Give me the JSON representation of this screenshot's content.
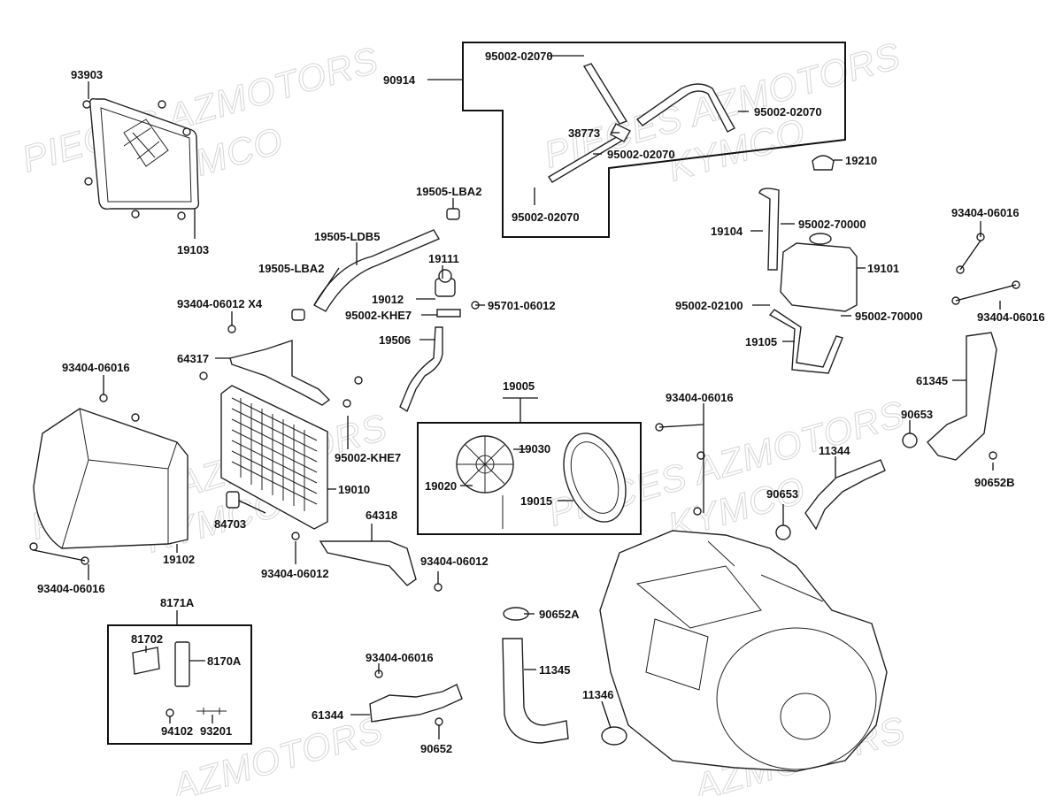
{
  "watermarks": [
    "PIECES AZMOTORS",
    "KYMCO",
    "PIECES AZMOTORS",
    "KYMCO",
    "PIECES AZMOTORS",
    "KYMCO",
    "AZMOTORS",
    "AZMOTORS"
  ],
  "labels": {
    "l93903": "93903",
    "l19103": "19103",
    "l90914": "90914",
    "l95002_02070_a": "95002-02070",
    "l95002_02070_b": "95002-02070",
    "l95002_02070_c": "95002-02070",
    "l95002_02070_d": "95002-02070",
    "l38773": "38773",
    "l19210": "19210",
    "l19505_lba2_a": "19505-LBA2",
    "l19505_ldb5": "19505-LDB5",
    "l19505_lba2_b": "19505-LBA2",
    "l19111": "19111",
    "l19012": "19012",
    "l95701_06012": "95701-06012",
    "l95002_khe7_a": "95002-KHE7",
    "l93404_06012_x4": "93404-06012 X4",
    "l19506": "19506",
    "l64317": "64317",
    "l93404_06016_a": "93404-06016",
    "l19104": "19104",
    "l95002_70000_a": "95002-70000",
    "l19101": "19101",
    "l95002_02100": "95002-02100",
    "l95002_70000_b": "95002-70000",
    "l19105": "19105",
    "l93404_06016_b": "93404-06016",
    "l93404_06016_c": "93404-06016",
    "l61345": "61345",
    "l19005": "19005",
    "l19030": "19030",
    "l19020": "19020",
    "l19015": "19015",
    "l93404_06016_d": "93404-06016",
    "l90653_a": "90653",
    "l90653_b": "90653",
    "l11344": "11344",
    "l90652b": "90652B",
    "l95002_khe7_b": "95002-KHE7",
    "l19010": "19010",
    "l84703": "84703",
    "l64318": "64318",
    "l19102": "19102",
    "l93404_06012_a": "93404-06012",
    "l93404_06012_b": "93404-06012",
    "l93404_06016_e": "93404-06016",
    "l8171a": "8171A",
    "l81702": "81702",
    "l8170a": "8170A",
    "l94102": "94102",
    "l93201": "93201",
    "l90652a": "90652A",
    "l11345": "11345",
    "l93404_06016_f": "93404-06016",
    "l61344": "61344",
    "l90652": "90652",
    "l11346": "11346"
  }
}
